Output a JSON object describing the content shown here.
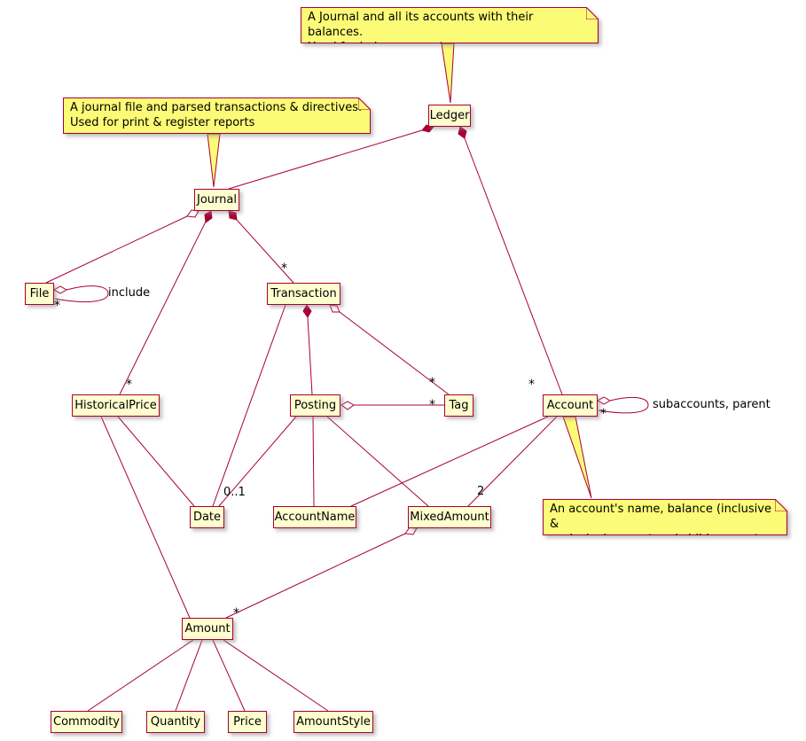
{
  "diagram": {
    "diagram_type": "UML class diagram (PlantUML style)",
    "colors": {
      "class_fill": "#FEFECE",
      "note_fill": "#FBFB77",
      "border": "#A80036",
      "line": "#A80036"
    },
    "notes": {
      "ledger": "A Journal and all its accounts with their balances.\nUsed for balance report",
      "journal": "A journal file and parsed transactions & directives.\nUsed for print & register reports",
      "account": "An account's name, balance (inclusive &\nexclusive), parent and child accounts"
    },
    "classes": {
      "ledger": "Ledger",
      "journal": "Journal",
      "file": "File",
      "transaction": "Transaction",
      "historical_price": "HistoricalPrice",
      "posting": "Posting",
      "tag": "Tag",
      "account": "Account",
      "date": "Date",
      "account_name": "AccountName",
      "mixed_amount": "MixedAmount",
      "amount": "Amount",
      "commodity": "Commodity",
      "quantity": "Quantity",
      "price": "Price",
      "amount_style": "AmountStyle"
    },
    "labels": {
      "include": "include",
      "subaccounts": "subaccounts, parent",
      "many": "*",
      "zero_or_one": "0..1",
      "two": "2"
    },
    "relationships": [
      {
        "from": "Ledger",
        "to": "Journal",
        "type": "composition"
      },
      {
        "from": "Ledger",
        "to": "Account",
        "type": "composition",
        "to_multiplicity": "*"
      },
      {
        "from": "Journal",
        "to": "File",
        "type": "aggregation"
      },
      {
        "from": "File",
        "to": "File",
        "type": "aggregation",
        "to_multiplicity": "*",
        "label": "include"
      },
      {
        "from": "Journal",
        "to": "HistoricalPrice",
        "type": "composition",
        "to_multiplicity": "*"
      },
      {
        "from": "Journal",
        "to": "Transaction",
        "type": "composition",
        "to_multiplicity": "*"
      },
      {
        "from": "Transaction",
        "to": "Posting",
        "type": "composition"
      },
      {
        "from": "Transaction",
        "to": "Tag",
        "type": "aggregation",
        "to_multiplicity": "*"
      },
      {
        "from": "Posting",
        "to": "Tag",
        "type": "aggregation",
        "to_multiplicity": "*"
      },
      {
        "from": "Transaction",
        "to": "Date",
        "type": "association"
      },
      {
        "from": "Posting",
        "to": "Date",
        "type": "association",
        "to_multiplicity": "0..1"
      },
      {
        "from": "Posting",
        "to": "AccountName",
        "type": "association"
      },
      {
        "from": "Posting",
        "to": "MixedAmount",
        "type": "association"
      },
      {
        "from": "Account",
        "to": "Account",
        "type": "aggregation",
        "to_multiplicity": "*",
        "label": "subaccounts, parent"
      },
      {
        "from": "Account",
        "to": "AccountName",
        "type": "association"
      },
      {
        "from": "Account",
        "to": "MixedAmount",
        "type": "association",
        "to_multiplicity": "2"
      },
      {
        "from": "HistoricalPrice",
        "to": "Date",
        "type": "association"
      },
      {
        "from": "HistoricalPrice",
        "to": "Amount",
        "type": "association"
      },
      {
        "from": "MixedAmount",
        "to": "Amount",
        "type": "aggregation",
        "to_multiplicity": "*"
      },
      {
        "from": "Amount",
        "to": "Commodity",
        "type": "association"
      },
      {
        "from": "Amount",
        "to": "Quantity",
        "type": "association"
      },
      {
        "from": "Amount",
        "to": "Price",
        "type": "association"
      },
      {
        "from": "Amount",
        "to": "AmountStyle",
        "type": "association"
      }
    ]
  }
}
